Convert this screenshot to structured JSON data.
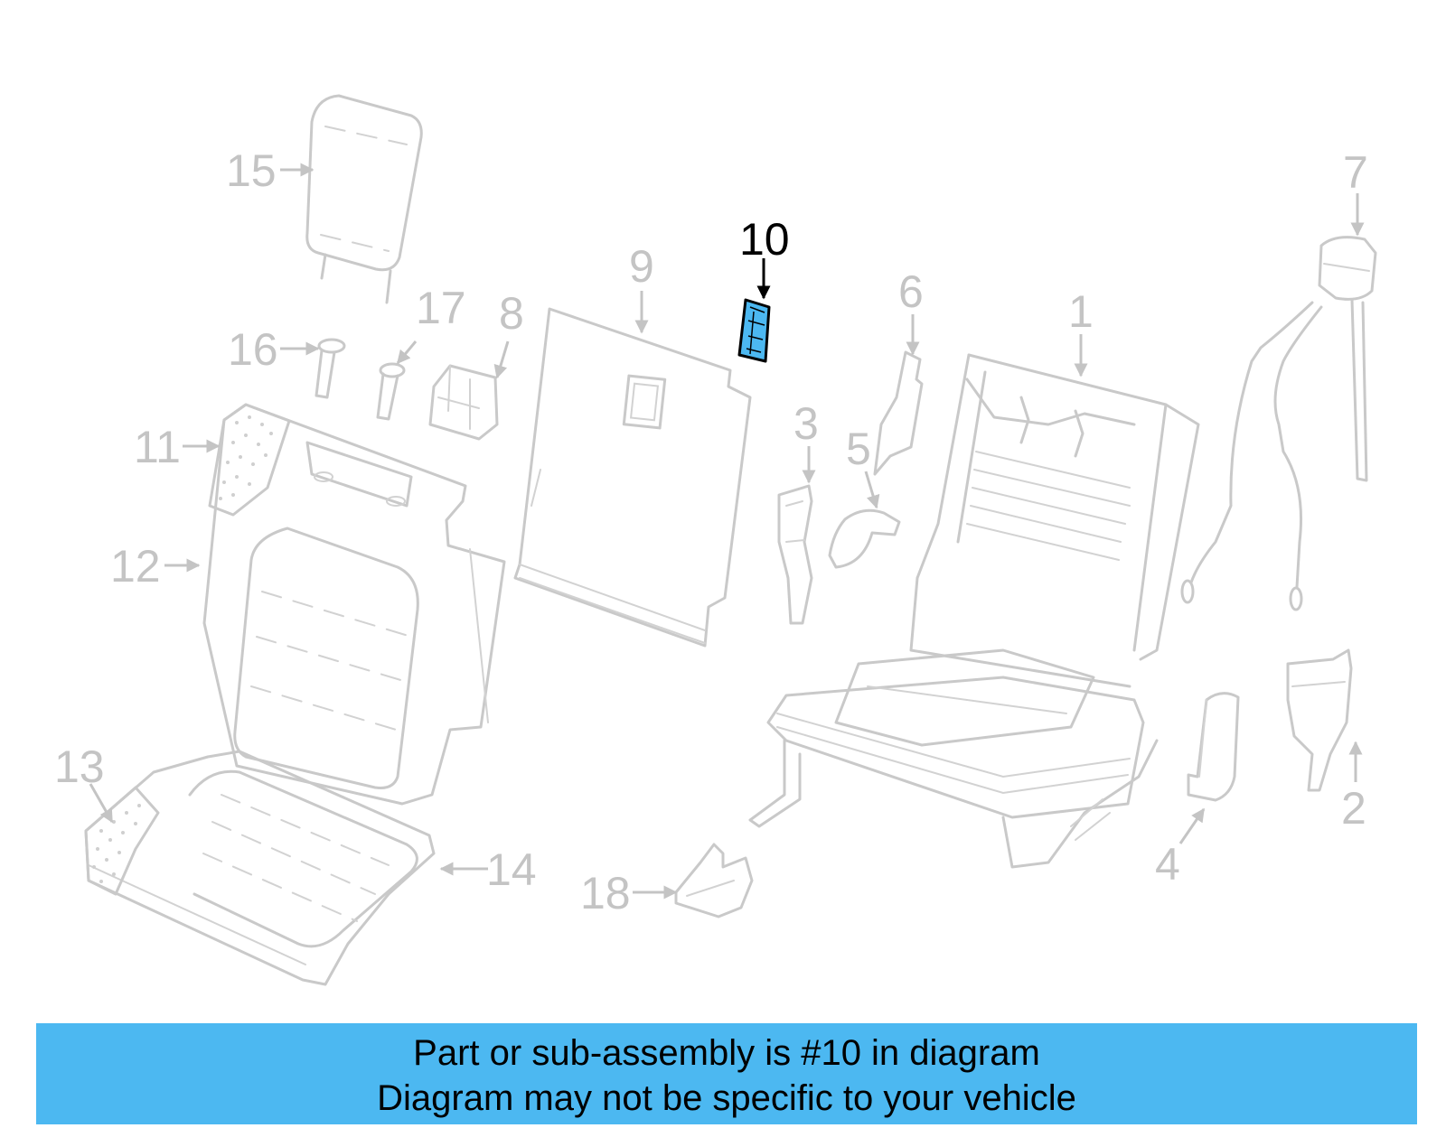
{
  "diagram": {
    "highlight_color": "#4cb8f1",
    "muted_color": "#c4c4c4",
    "callouts": {
      "c1": "1",
      "c2": "2",
      "c3": "3",
      "c4": "4",
      "c5": "5",
      "c6": "6",
      "c7": "7",
      "c8": "8",
      "c9": "9",
      "c10": "10",
      "c11": "11",
      "c12": "12",
      "c13": "13",
      "c14": "14",
      "c15": "15",
      "c16": "16",
      "c17": "17",
      "c18": "18"
    },
    "highlighted_part": "10"
  },
  "banner": {
    "line1": "Part or sub-assembly is #10 in diagram",
    "line2": "Diagram may not be specific to your vehicle"
  }
}
